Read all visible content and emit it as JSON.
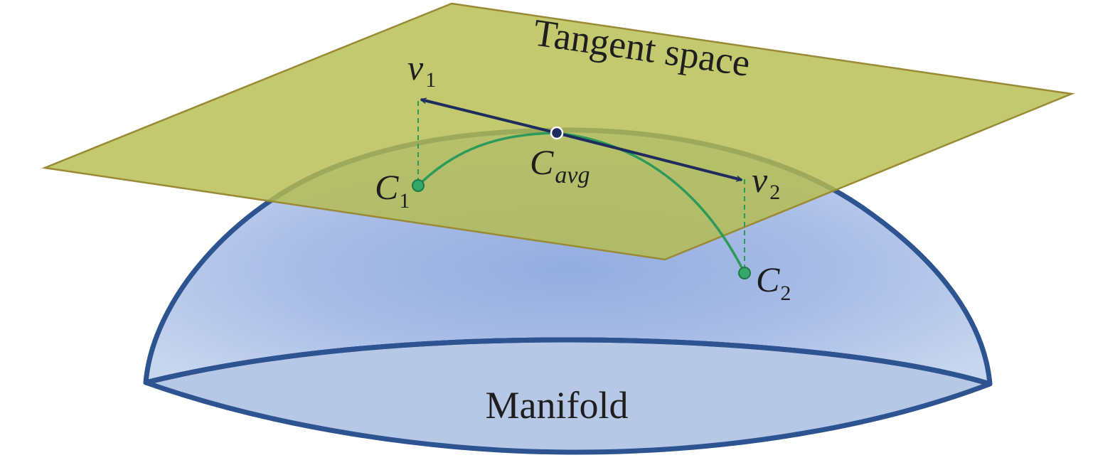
{
  "labels": {
    "tangent_space": "Tangent space",
    "manifold": "Manifold",
    "v1": {
      "base": "v",
      "sub": "1"
    },
    "v2": {
      "base": "v",
      "sub": "2"
    },
    "c1": {
      "base": "C",
      "sub": "1"
    },
    "c2": {
      "base": "C",
      "sub": "2"
    },
    "cavg": {
      "base": "C",
      "sub": "avg"
    }
  },
  "colors": {
    "plane_fill": "#b5bd4e",
    "plane_edge": "#9a8a35",
    "manifold_fill": "#b7c8e6",
    "manifold_center": "#93ade0",
    "manifold_edge": "#2d5391",
    "geodesic": "#2e9a5a",
    "point": "#34a86a",
    "vector": "#1e2c5e"
  }
}
